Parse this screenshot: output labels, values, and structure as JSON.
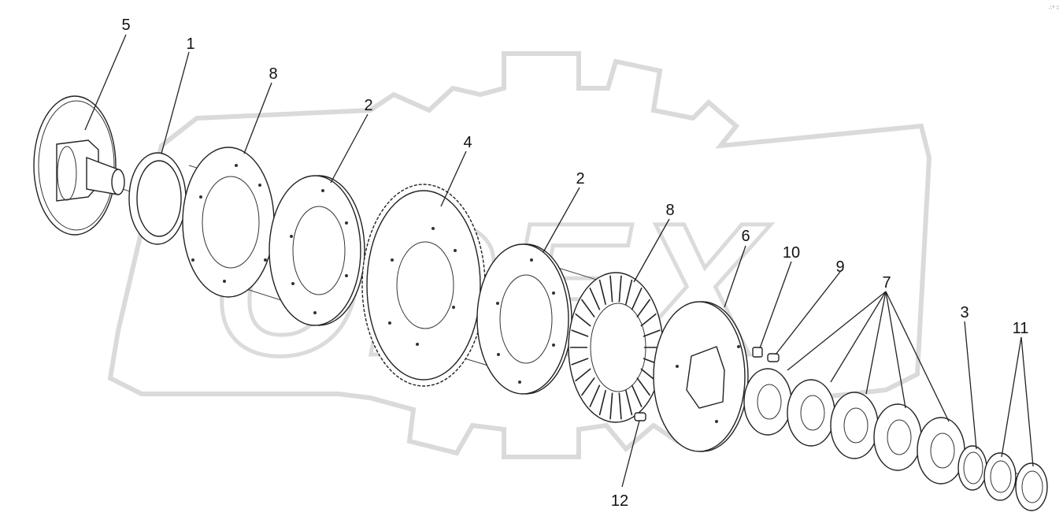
{
  "watermark": {
    "text": "OPEX",
    "color": "#d8d8d8"
  },
  "corner_mark": "∴⁰ ∶∶",
  "callouts": {
    "c5": "5",
    "c1": "1",
    "c8a": "8",
    "c2a": "2",
    "c4": "4",
    "c2b": "2",
    "c8b": "8",
    "c6": "6",
    "c10": "10",
    "c9": "9",
    "c7": "7",
    "c3": "3",
    "c11": "11",
    "c12": "12"
  },
  "colors": {
    "line": "#222222",
    "background": "#ffffff"
  }
}
